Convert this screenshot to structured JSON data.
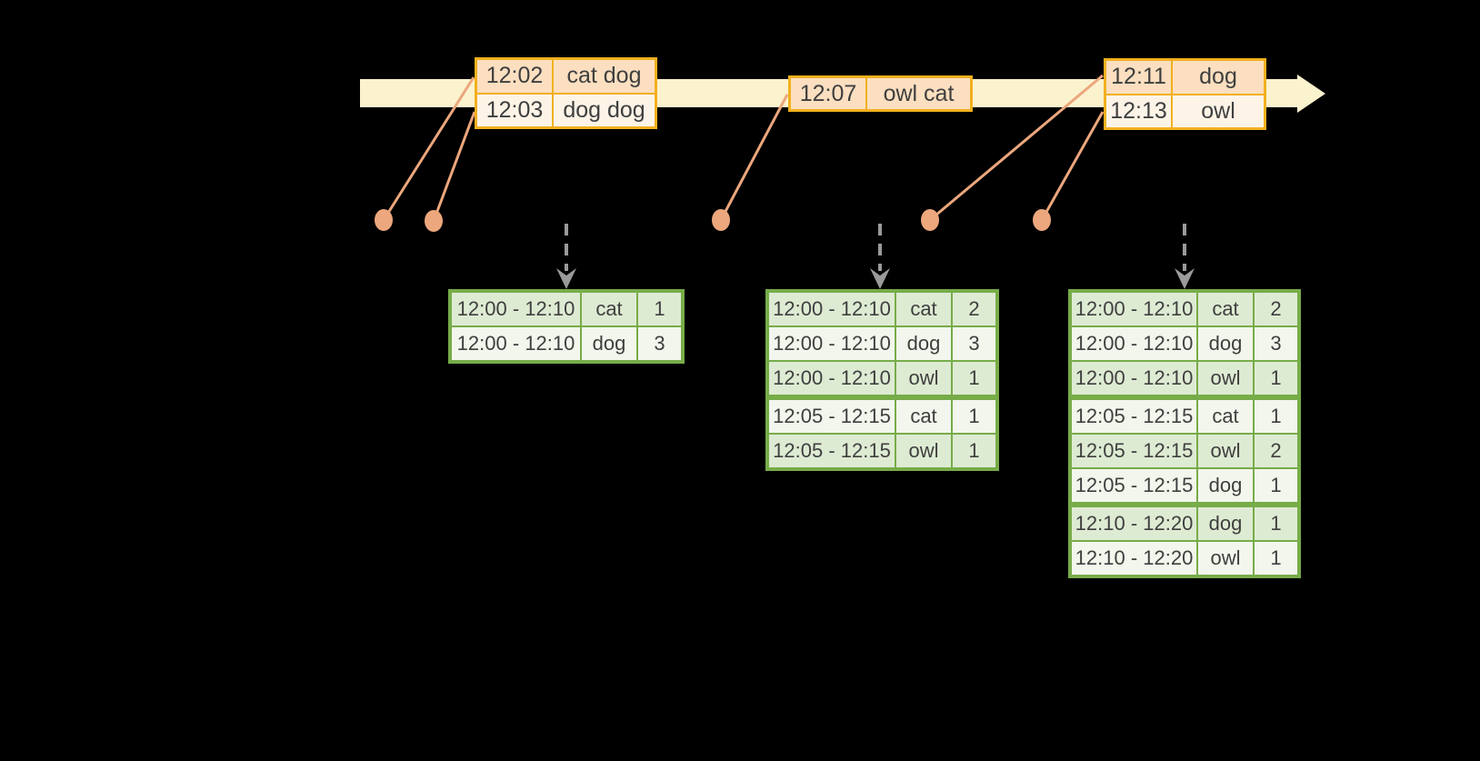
{
  "colors": {
    "background": "#000000",
    "timeline_band": "#FBF2CE",
    "event_border": "#F2B01E",
    "event_row_a": "#FBDFC0",
    "event_row_b": "#FDF4E7",
    "marker": "#ECA77D",
    "result_border": "#77AC49",
    "result_row_a": "#DEEBD3",
    "result_row_b": "#F2F6EC",
    "table_text": "#3F3F3F",
    "trigger_arrow": "#9A9A9A"
  },
  "icons": {
    "timeline_arrowhead": "right-arrow",
    "trigger_arrow": "dashed-down-arrow",
    "event_marker": "dot"
  },
  "event_tables": [
    {
      "rows": [
        {
          "time": "12:02",
          "words": "cat dog"
        },
        {
          "time": "12:03",
          "words": "dog dog"
        }
      ]
    },
    {
      "rows": [
        {
          "time": "12:07",
          "words": "owl cat"
        }
      ]
    },
    {
      "rows": [
        {
          "time": "12:11",
          "words": "dog"
        },
        {
          "time": "12:13",
          "words": "owl"
        }
      ]
    }
  ],
  "result_tables": [
    {
      "rows": [
        {
          "window": "12:00 - 12:10",
          "word": "cat",
          "count": "1"
        },
        {
          "window": "12:00 - 12:10",
          "word": "dog",
          "count": "3"
        }
      ]
    },
    {
      "rows": [
        {
          "window": "12:00 - 12:10",
          "word": "cat",
          "count": "2"
        },
        {
          "window": "12:00 - 12:10",
          "word": "dog",
          "count": "3"
        },
        {
          "window": "12:00 - 12:10",
          "word": "owl",
          "count": "1"
        },
        {
          "window": "12:05 - 12:15",
          "word": "cat",
          "count": "1"
        },
        {
          "window": "12:05 - 12:15",
          "word": "owl",
          "count": "1"
        }
      ]
    },
    {
      "rows": [
        {
          "window": "12:00 - 12:10",
          "word": "cat",
          "count": "2"
        },
        {
          "window": "12:00 - 12:10",
          "word": "dog",
          "count": "3"
        },
        {
          "window": "12:00 - 12:10",
          "word": "owl",
          "count": "1"
        },
        {
          "window": "12:05 - 12:15",
          "word": "cat",
          "count": "1"
        },
        {
          "window": "12:05 - 12:15",
          "word": "owl",
          "count": "2"
        },
        {
          "window": "12:05 - 12:15",
          "word": "dog",
          "count": "1"
        },
        {
          "window": "12:10 - 12:20",
          "word": "dog",
          "count": "1"
        },
        {
          "window": "12:10 - 12:20",
          "word": "owl",
          "count": "1"
        }
      ]
    }
  ]
}
